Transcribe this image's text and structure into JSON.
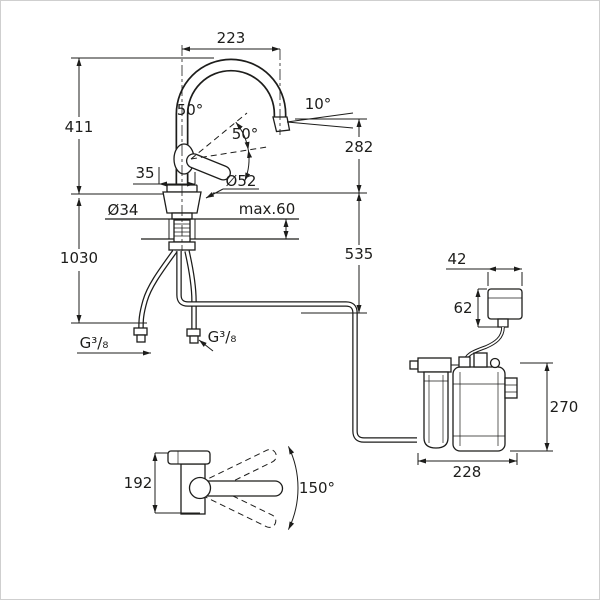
{
  "diagram": {
    "background": "#ffffff",
    "line_color": "#1d1d1b",
    "labels": {
      "dim_223": "223",
      "dim_411": "411",
      "angle_50_upper": "50°",
      "angle_50_lower": "50°",
      "angle_10": "10°",
      "dim_282": "282",
      "dim_35": "35",
      "dia_52": "Ø52",
      "dia_34": "Ø34",
      "max_60": "max.60",
      "dim_535": "535",
      "dim_1030": "1030",
      "g_thread_left": "G³/₈",
      "g_thread_right": "G³/₈",
      "dim_42": "42",
      "dim_62": "62",
      "dim_270": "270",
      "dim_228": "228",
      "dim_192": "192",
      "angle_150": "150°"
    }
  }
}
